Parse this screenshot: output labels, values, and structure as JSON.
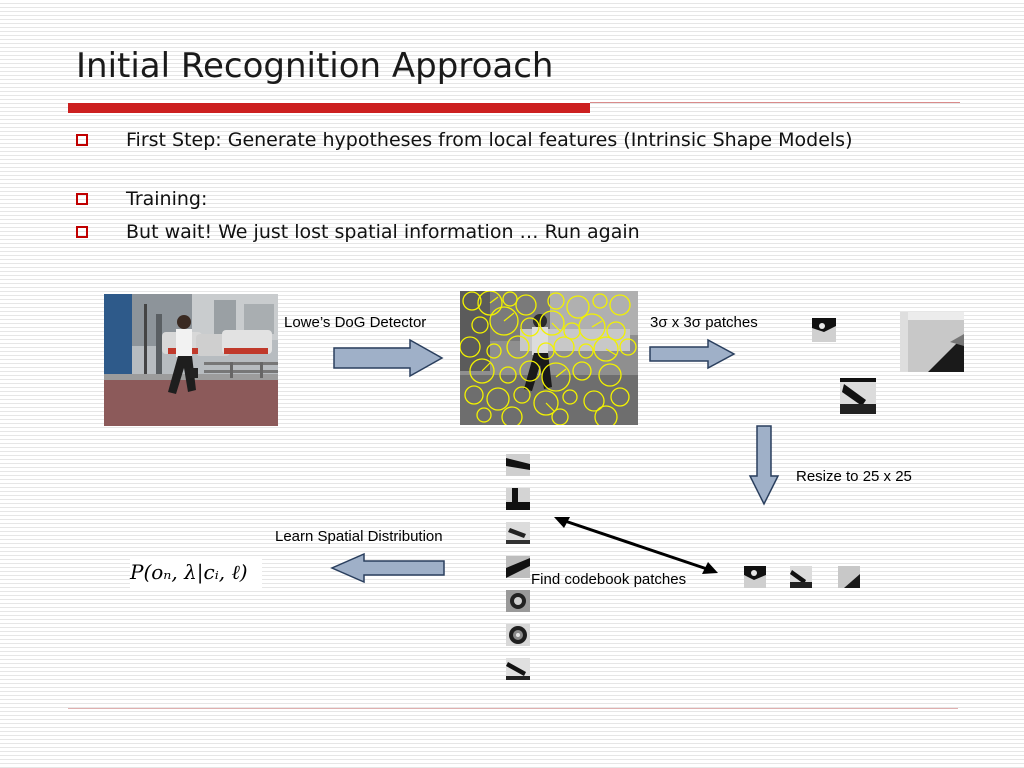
{
  "slide": {
    "title": "Initial Recognition Approach",
    "bullets": [
      "First Step: Generate hypotheses from local features (Intrinsic Shape Models)",
      "Training:",
      "But wait! We just lost spatial information … Run again"
    ]
  },
  "diagram": {
    "label_dog": "Lowe’s DoG Detector",
    "label_patches": "3σ x 3σ patches",
    "label_resize": "Resize to 25 x 25",
    "label_codebook": "Find codebook patches",
    "label_learn": "Learn Spatial Distribution",
    "formula": "P(oₙ, λ|cᵢ, ℓ)"
  },
  "colors": {
    "accent_red": "#cc1f1f",
    "arrow_fill": "#9fb0c8",
    "arrow_stroke": "#2a3f5e",
    "keypoint_yellow": "#f2f200"
  }
}
